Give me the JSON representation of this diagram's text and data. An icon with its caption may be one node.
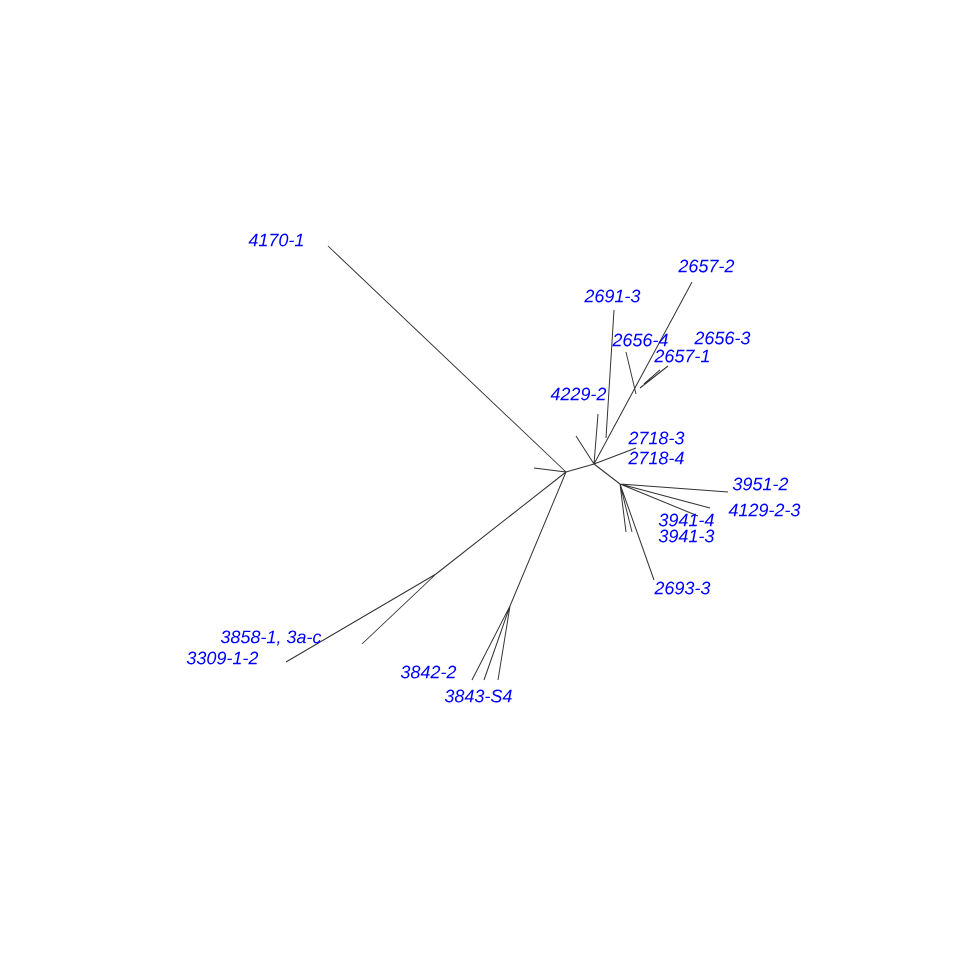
{
  "diagram": {
    "labels": [
      "4170-1",
      "2657-2",
      "2691-3",
      "2656-4",
      "2656-3",
      "2657-1",
      "4229-2",
      "2718-3",
      "2718-4",
      "3951-2",
      "4129-2-3",
      "3941-4",
      "3941-3",
      "2693-3",
      "3858-1, 3a-c",
      "3309-1-2",
      "3842-2",
      "3843-S4"
    ]
  }
}
